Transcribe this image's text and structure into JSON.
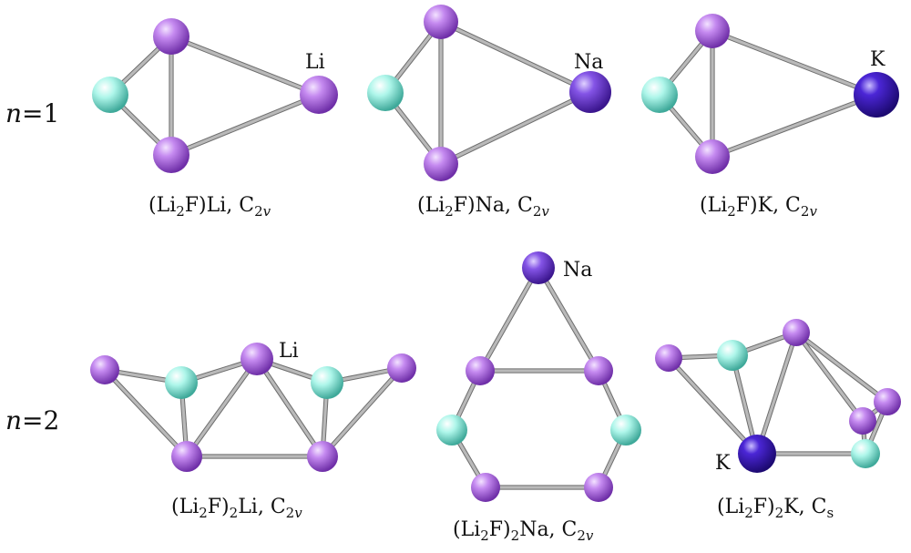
{
  "row_labels": [
    {
      "italic": "n",
      "rest": "=1"
    },
    {
      "italic": "n",
      "rest": "=2"
    }
  ],
  "atom_labels": {
    "m1": "Li",
    "m2": "Na",
    "m3": "K",
    "m4": "Li",
    "m5": "Na",
    "m6": "K"
  },
  "captions": {
    "m1": {
      "pre": "(Li",
      "sub1": "2",
      "mid": "F)Li, C",
      "sub2": "2",
      "sub2v": "v"
    },
    "m2": {
      "pre": "(Li",
      "sub1": "2",
      "mid": "F)Na, C",
      "sub2": "2",
      "sub2v": "v"
    },
    "m3": {
      "pre": "(Li",
      "sub1": "2",
      "mid": "F)K, C",
      "sub2": "2",
      "sub2v": "v"
    },
    "m4": {
      "pre": "(Li",
      "sub1": "2",
      "mid": "F)",
      "sub3": "2",
      "post": "Li, C",
      "sub2": "2",
      "sub2v": "v"
    },
    "m5": {
      "pre": "(Li",
      "sub1": "2",
      "mid": "F)",
      "sub3": "2",
      "post": "Na, C",
      "sub2": "2",
      "sub2v": "v"
    },
    "m6": {
      "pre": "(Li",
      "sub1": "2",
      "mid": "F)",
      "sub3": "2",
      "post": "K, C",
      "sub2": "s",
      "sub2v": ""
    }
  },
  "colors": {
    "lithium": "#b46be6",
    "fluorine": "#9ff2e4",
    "sodium": "#6b3ad6",
    "potassium": "#3a18c8",
    "bond": "#b9b9b9"
  }
}
